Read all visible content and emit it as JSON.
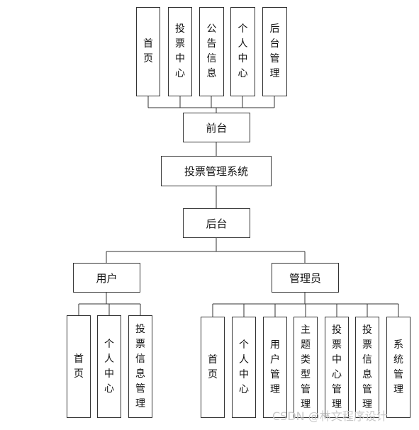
{
  "front": {
    "label": "前台",
    "items": [
      "首页",
      "投票中心",
      "公告信息",
      "个人中心",
      "后台管理"
    ]
  },
  "system": {
    "label": "投票管理系统"
  },
  "back": {
    "label": "后台"
  },
  "user": {
    "label": "用户",
    "items": [
      "首页",
      "个人中心",
      "投票信息管理"
    ]
  },
  "admin": {
    "label": "管理员",
    "items": [
      "首页",
      "个人中心",
      "用户管理",
      "主题类型管理",
      "投票中心管理",
      "投票信息管理",
      "系统管理"
    ]
  },
  "watermark": "CSDN @林文程序设计"
}
